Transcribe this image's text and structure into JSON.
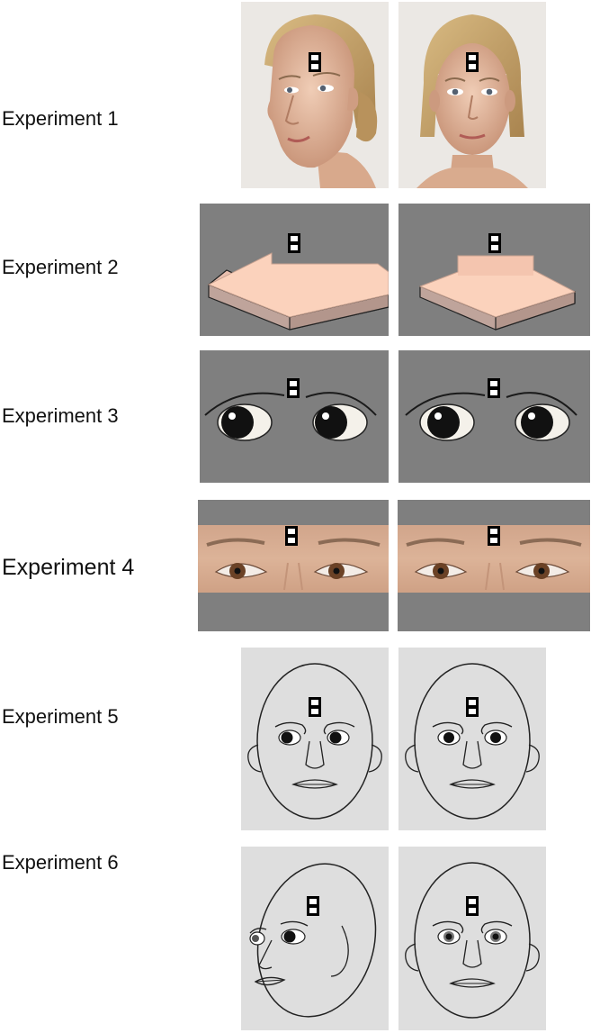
{
  "figure": {
    "experiments": [
      {
        "label": "Experiment 1",
        "stimulus": "photographic-face",
        "left_view": "head-turned",
        "right_view": "frontal"
      },
      {
        "label": "Experiment 2",
        "stimulus": "arrow",
        "left_view": "arrow-left",
        "right_view": "arrow-down"
      },
      {
        "label": "Experiment 3",
        "stimulus": "cartoon-eyes",
        "left_view": "eyes-averted",
        "right_view": "eyes-averted"
      },
      {
        "label": "Experiment 4",
        "stimulus": "photographic-eyes",
        "left_view": "eyes-averted",
        "right_view": "eyes-direct"
      },
      {
        "label": "Experiment 5",
        "stimulus": "schematic-face",
        "left_view": "eyes-averted",
        "right_view": "eyes-direct"
      },
      {
        "label": "Experiment 6",
        "stimulus": "schematic-face",
        "left_view": "head-turned",
        "right_view": "frontal"
      }
    ],
    "colors": {
      "gray_background": "#7f7f7f",
      "light_background": "#dedede",
      "arrow_face": "#fbd2bc",
      "arrow_side": "#c7aaa2",
      "skin": "#d9ad92"
    },
    "icons": [
      "fixation-marker-icon"
    ]
  }
}
